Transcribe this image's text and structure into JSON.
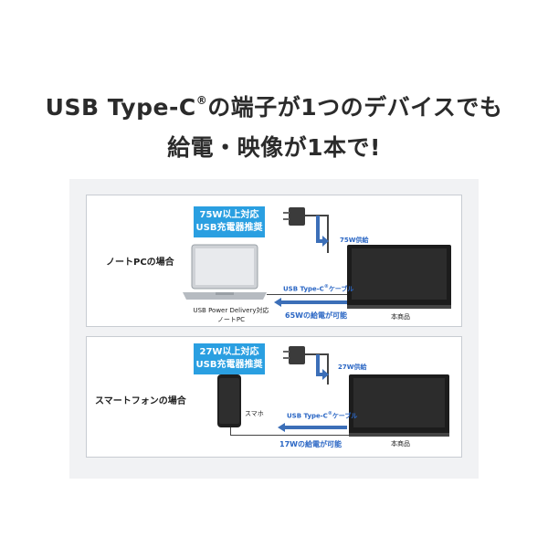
{
  "heading": {
    "line1_before": "USB Type-C",
    "line1_reg": "®",
    "line1_after": "の端子が1つのデバイスでも",
    "line2": "給電・映像が1本で!"
  },
  "laptop_section": {
    "label": "ノートPCの場合",
    "charger_badge_line1": "75W以上対応",
    "charger_badge_line2": "USB充電器推奨",
    "supply_label": "75W供給",
    "cable_label": "USB Type-C",
    "cable_label_reg": "®",
    "cable_label_suffix": "ケーブル",
    "power_note": "65Wの給電が可能",
    "device_caption_line1": "USB Power Delivery対応",
    "device_caption_line2": "ノートPC",
    "monitor_caption": "本商品"
  },
  "phone_section": {
    "label": "スマートフォンの場合",
    "charger_badge_line1": "27W以上対応",
    "charger_badge_line2": "USB充電器推奨",
    "supply_label": "27W供給",
    "cable_label": "USB Type-C",
    "cable_label_reg": "®",
    "cable_label_suffix": "ケーブル",
    "power_note": "17Wの給電が可能",
    "device_caption": "スマホ",
    "monitor_caption": "本商品"
  },
  "colors": {
    "accent_blue": "#2a9fe1",
    "arrow_blue": "#3c6fb8",
    "panel_bg": "#f1f2f4"
  }
}
